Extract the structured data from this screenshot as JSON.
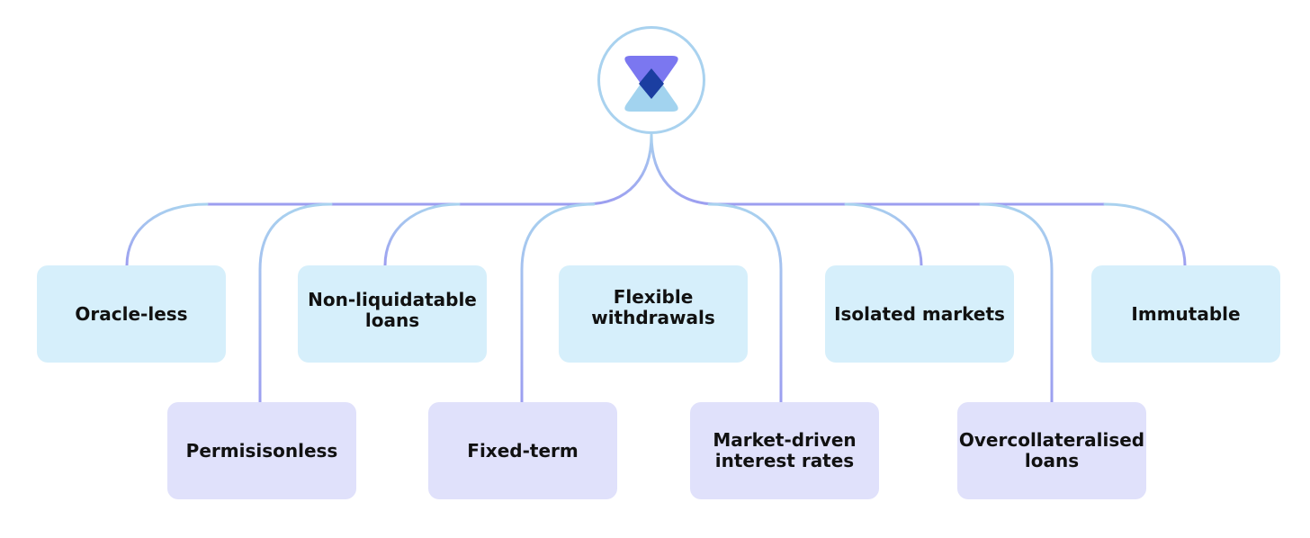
{
  "colors": {
    "top_box": "#d6effb",
    "bottom_box": "#e0e1fb",
    "line_light": "#a9d2ef",
    "line_dark": "#9c9ef0",
    "hub_border": "#a9d2ef",
    "logo_top": "#7b77f0",
    "logo_bottom": "#a2d3ef",
    "logo_middle": "#1b3ea1"
  },
  "hub": {
    "icon": "logo-icon"
  },
  "features_top": [
    {
      "label": "Oracle-less"
    },
    {
      "label": "Non-liquidatable\nloans"
    },
    {
      "label": "Flexible\nwithdrawals"
    },
    {
      "label": "Isolated markets"
    },
    {
      "label": "Immutable"
    }
  ],
  "features_bottom": [
    {
      "label": "Permisisonless"
    },
    {
      "label": "Fixed-term"
    },
    {
      "label": "Market-driven\ninterest rates"
    },
    {
      "label": "Overcollateralised\nloans"
    }
  ]
}
